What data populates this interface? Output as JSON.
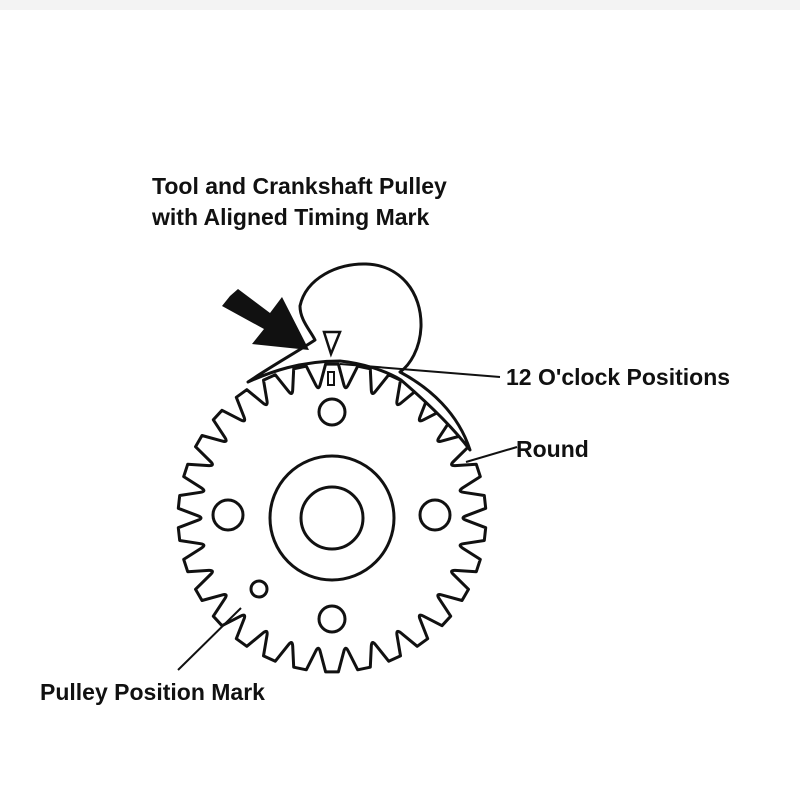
{
  "figure": {
    "title_line1": "Tool and Crankshaft Pulley",
    "title_line2": "with Aligned Timing Mark",
    "callout_12oclock": "12 O'clock Positions",
    "callout_round": "Round",
    "callout_position_mark": "Pulley Position Mark"
  },
  "colors": {
    "ink": "#111111",
    "background": "#ffffff",
    "top_strip": "#f3f3f3"
  },
  "gear": {
    "teeth": 30
  }
}
